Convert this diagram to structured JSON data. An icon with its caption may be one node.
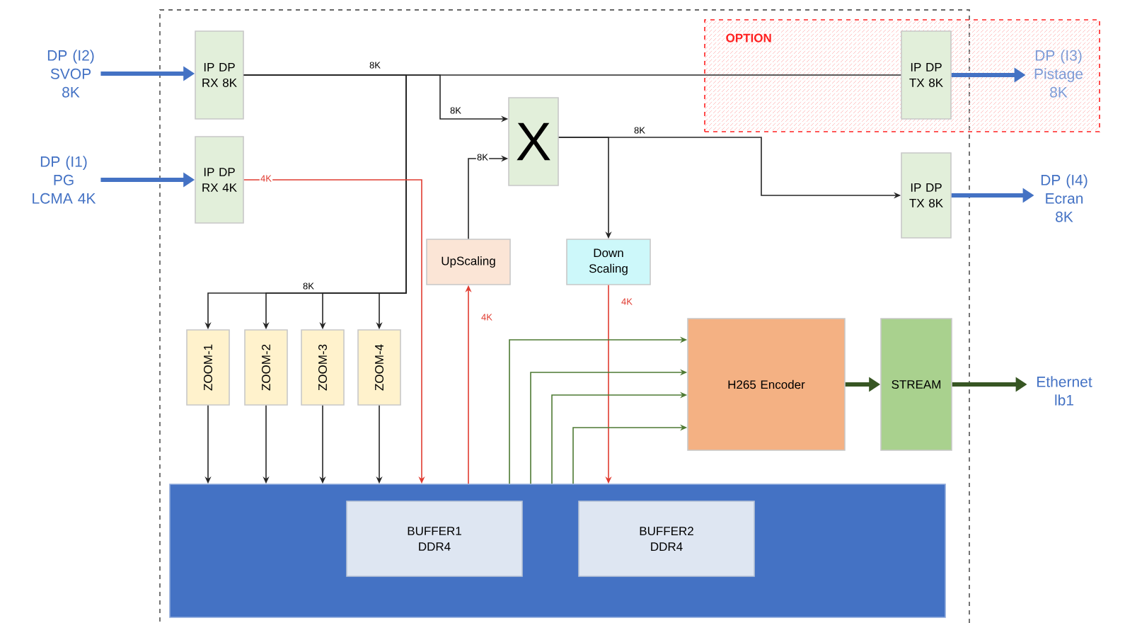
{
  "diagram": {
    "nodes": [
      {
        "text": [
          "DP (I2) SVOP 8K"
        ]
      },
      {
        "text": [
          "DP (I1) PG LCMA 4K"
        ]
      },
      {
        "text": [
          "IP DP RX 8K"
        ]
      },
      {
        "text": [
          "IP DP RX 4K"
        ]
      },
      {
        "text": [
          "OPTION"
        ]
      },
      {
        "text": [
          "IP DP TX 8K"
        ],
        "in": 4
      },
      {
        "text": [
          "DP (I3) Pistage 8K"
        ],
        "in": 4
      },
      {
        "text": [
          "X"
        ]
      },
      {
        "text": [
          "IP DP TX 8K"
        ]
      },
      {
        "text": [
          "DP (I4) Ecran 8K"
        ]
      },
      {
        "text": [
          "UpScaling"
        ]
      },
      {
        "text": [
          "Down Scaling"
        ]
      },
      {
        "text": [
          "ZOOM-1"
        ]
      },
      {
        "text": [
          "ZOOM-2"
        ]
      },
      {
        "text": [
          "ZOOM-3"
        ]
      },
      {
        "text": [
          "ZOOM-4"
        ]
      },
      {
        "text": [
          "H265 Encoder"
        ]
      },
      {
        "text": [
          "STREAM"
        ]
      },
      {
        "text": [
          "Ethernet lb1"
        ]
      },
      {
        "text": [],
        "shape": "bar"
      },
      {
        "text": [
          "BUFFER1 DDR4"
        ],
        "in": 19
      },
      {
        "text": [
          "BUFFER2 DDR4"
        ],
        "in": 19
      }
    ],
    "edges": [
      {
        "from": 0,
        "to": 2,
        "arrow": "to",
        "style": "thick",
        "color": "#4472c4"
      },
      {
        "from": 1,
        "to": 3,
        "arrow": "to",
        "style": "thick",
        "color": "#4472c4"
      },
      {
        "from": 2,
        "to": 5,
        "arrow": "none",
        "label": "8K"
      },
      {
        "from": 2,
        "to": 7,
        "arrow": "to",
        "label": "8K"
      },
      {
        "from": 10,
        "to": 7,
        "arrow": "to",
        "label": "8K"
      },
      {
        "from": 7,
        "to": 8,
        "arrow": "to",
        "label": "8K"
      },
      {
        "from": 7,
        "to": 11,
        "arrow": "to"
      },
      {
        "from": 2,
        "to": 12,
        "arrow": "to",
        "label": "8K"
      },
      {
        "from": 2,
        "to": 13,
        "arrow": "to"
      },
      {
        "from": 2,
        "to": 14,
        "arrow": "to"
      },
      {
        "from": 2,
        "to": 15,
        "arrow": "to"
      },
      {
        "from": 3,
        "to": 19,
        "arrow": "to",
        "label": "4K",
        "color": "#e03c31"
      },
      {
        "from": 19,
        "to": 10,
        "arrow": "to",
        "label": "4K",
        "color": "#e03c31"
      },
      {
        "from": 11,
        "to": 19,
        "arrow": "to",
        "label": "4K",
        "color": "#e03c31"
      },
      {
        "from": 19,
        "to": 16,
        "arrow": "to",
        "color": "#4e7a33"
      },
      {
        "from": 19,
        "to": 16,
        "arrow": "to",
        "color": "#4e7a33"
      },
      {
        "from": 19,
        "to": 16,
        "arrow": "to",
        "color": "#4e7a33"
      },
      {
        "from": 19,
        "to": 16,
        "arrow": "to",
        "color": "#4e7a33"
      },
      {
        "from": 12,
        "to": 19,
        "arrow": "to"
      },
      {
        "from": 13,
        "to": 19,
        "arrow": "to"
      },
      {
        "from": 14,
        "to": 19,
        "arrow": "to"
      },
      {
        "from": 15,
        "to": 19,
        "arrow": "to"
      },
      {
        "from": 16,
        "to": 17,
        "arrow": "to",
        "style": "thick",
        "color": "#375623"
      },
      {
        "from": 17,
        "to": 18,
        "arrow": "to",
        "style": "thick",
        "color": "#375623"
      },
      {
        "from": 5,
        "to": 6,
        "arrow": "to",
        "style": "thick",
        "color": "#4472c4"
      },
      {
        "from": 8,
        "to": 9,
        "arrow": "to",
        "style": "thick",
        "color": "#4472c4"
      }
    ]
  }
}
